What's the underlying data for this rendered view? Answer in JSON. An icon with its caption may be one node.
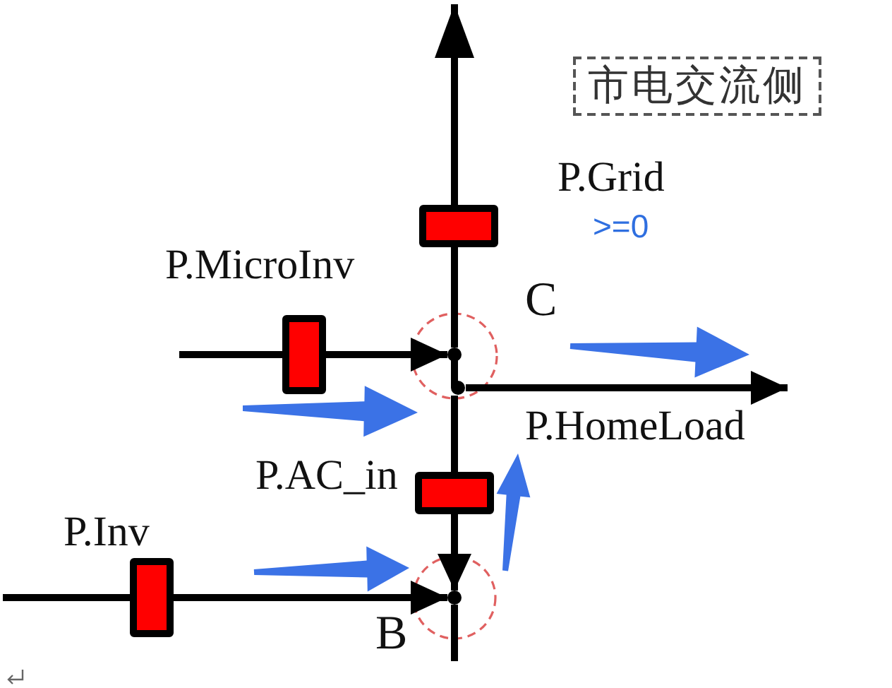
{
  "diagram": {
    "nodes": [
      {
        "text": [
          "市电交流侧"
        ]
      },
      {
        "text": [],
        "shape": "box"
      },
      {
        "text": [],
        "shape": "box"
      },
      {
        "text": [],
        "shape": "circle"
      },
      {
        "text": [],
        "shape": "box"
      },
      {
        "text": [],
        "shape": "box"
      },
      {
        "text": [],
        "shape": "circle"
      }
    ],
    "edges": [
      {
        "from": 1,
        "to": null,
        "arrow": "to"
      },
      {
        "from": 3,
        "to": 1,
        "arrow": "none"
      },
      {
        "from": null,
        "to": 2,
        "arrow": "none"
      },
      {
        "from": 2,
        "to": 3,
        "arrow": "to"
      },
      {
        "from": 3,
        "to": null,
        "arrow": "to",
        "label": "P.HomeLoad"
      },
      {
        "from": 3,
        "to": 4,
        "arrow": "none"
      },
      {
        "from": 4,
        "to": 6,
        "arrow": "to"
      },
      {
        "from": null,
        "to": 5,
        "arrow": "none"
      },
      {
        "from": 5,
        "to": 6,
        "arrow": "to"
      },
      {
        "from": 6,
        "to": null,
        "arrow": "none"
      }
    ],
    "labels": [
      "P.Grid",
      ">=0",
      "P.MicroInv",
      "C",
      "P.AC_in",
      "P.Inv",
      "B"
    ]
  }
}
